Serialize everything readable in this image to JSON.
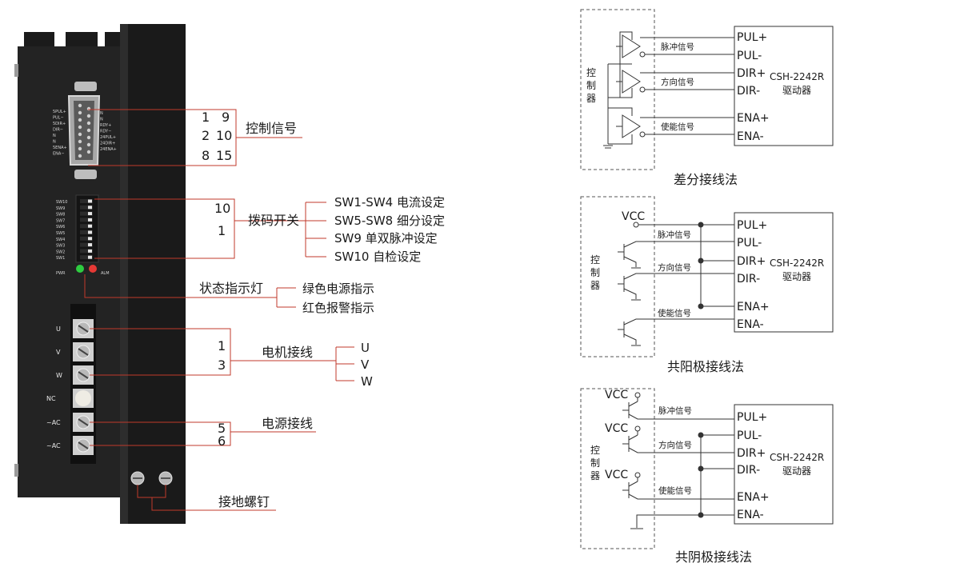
{
  "driver_panel": {
    "db15_left_labels": [
      "5PUL+",
      "PUL−",
      "5DIR+",
      "DIR−",
      "N",
      "N",
      "5ENA+",
      "ENA−"
    ],
    "db15_right_labels": [
      "N",
      "N",
      "RDY+",
      "RDY−",
      "24PUL+",
      "24DIR+",
      "24ENA+"
    ],
    "dip_labels": [
      "SW10",
      "SW9",
      "SW8",
      "SW7",
      "SW6",
      "SW5",
      "SW4",
      "SW3",
      "SW2",
      "SW1"
    ],
    "led_labels": {
      "pwr": "PWR",
      "alm": "ALM"
    },
    "terminal_labels": [
      "U",
      "V",
      "W",
      "NC",
      "~AC",
      "~AC"
    ]
  },
  "callouts": {
    "control_signal": {
      "title": "控制信号",
      "pins": [
        [
          "1",
          "9"
        ],
        [
          "2",
          "10"
        ],
        [
          "8",
          "15"
        ]
      ]
    },
    "dip_switch": {
      "title": "拨码开关",
      "pin_top": "10",
      "pin_bottom": "1",
      "items": [
        "SW1-SW4  电流设定",
        "SW5-SW8  细分设定",
        "SW9    单双脉冲设定",
        "SW10  自检设定"
      ]
    },
    "status_led": {
      "title": "状态指示灯",
      "items": [
        "绿色电源指示",
        "红色报警指示"
      ]
    },
    "motor_wiring": {
      "title": "电机接线",
      "pin_top": "1",
      "pin_bottom": "3",
      "phases": [
        "U",
        "V",
        "W"
      ]
    },
    "power_wiring": {
      "title": "电源接线",
      "pin_top": "5",
      "pin_bottom": "6"
    },
    "ground_screw": {
      "title": "接地螺钉"
    }
  },
  "colors": {
    "callout_line": "#c0392b",
    "chassis": "#1f1f1f",
    "led_green": "#2ecc40",
    "led_red": "#e53935"
  },
  "diagrams": [
    {
      "title": "差分接线法",
      "controller": [
        "控",
        "制",
        "器"
      ],
      "vcc": [],
      "terminals": [
        "PUL+",
        "PUL-",
        "DIR+",
        "DIR-",
        "ENA+",
        "ENA-"
      ],
      "signals": [
        "脉冲信号",
        "方向信号",
        "使能信号"
      ],
      "driver": [
        "CSH-2242R",
        "驱动器"
      ]
    },
    {
      "title": "共阳极接线法",
      "controller": [
        "控",
        "制",
        "器"
      ],
      "vcc": [
        "VCC"
      ],
      "terminals": [
        "PUL+",
        "PUL-",
        "DIR+",
        "DIR-",
        "ENA+",
        "ENA-"
      ],
      "signals": [
        "脉冲信号",
        "方向信号",
        "使能信号"
      ],
      "driver": [
        "CSH-2242R",
        "驱动器"
      ]
    },
    {
      "title": "共阴极接线法",
      "controller": [
        "控",
        "制",
        "器"
      ],
      "vcc": [
        "VCC",
        "VCC",
        "VCC"
      ],
      "terminals": [
        "PUL+",
        "PUL-",
        "DIR+",
        "DIR-",
        "ENA+",
        "ENA-"
      ],
      "signals": [
        "脉冲信号",
        "方向信号",
        "使能信号"
      ],
      "driver": [
        "CSH-2242R",
        "驱动器"
      ]
    }
  ]
}
